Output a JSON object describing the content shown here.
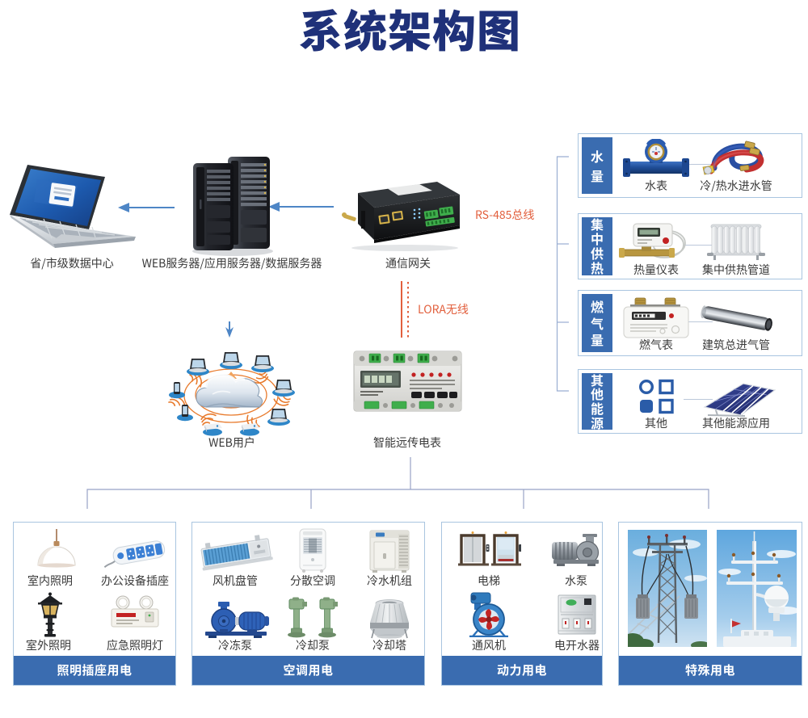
{
  "title": "系统架构图",
  "colors": {
    "title": "#1f3179",
    "panel_blue": "#3a6cb0",
    "panel_border": "#a9c5e0",
    "accent_orange": "#e2603e",
    "arrow_blue": "#4e86c6",
    "connector": "#98a2c6"
  },
  "nodes": {
    "datacenter": {
      "label": "省/市级数据中心"
    },
    "servers": {
      "label": "WEB服务器/应用服务器/数据服务器"
    },
    "gateway": {
      "label": "通信网关"
    },
    "web_users": {
      "label": "WEB用户"
    },
    "smart_meter": {
      "label": "智能远传电表"
    }
  },
  "links": {
    "rs485": "RS-485总线",
    "lora": "LORA无线"
  },
  "right_panels": [
    {
      "title": "水量",
      "items": [
        {
          "label": "水表"
        },
        {
          "label": "冷/热水进水管"
        }
      ]
    },
    {
      "title": "集中供热",
      "items": [
        {
          "label": "热量仪表"
        },
        {
          "label": "集中供热管道"
        }
      ]
    },
    {
      "title": "燃气量",
      "items": [
        {
          "label": "燃气表"
        },
        {
          "label": "建筑总进气管"
        }
      ]
    },
    {
      "title": "其他能源",
      "items": [
        {
          "label": "其他"
        },
        {
          "label": "其他能源应用"
        }
      ]
    }
  ],
  "bottom_panels": [
    {
      "title": "照明插座用电",
      "items": [
        {
          "label": "室内照明"
        },
        {
          "label": "办公设备插座"
        },
        {
          "label": "室外照明"
        },
        {
          "label": "应急照明灯"
        }
      ]
    },
    {
      "title": "空调用电",
      "items": [
        {
          "label": "风机盘管"
        },
        {
          "label": "分散空调"
        },
        {
          "label": "冷水机组"
        },
        {
          "label": "冷冻泵"
        },
        {
          "label": "冷却泵"
        },
        {
          "label": "冷却塔"
        }
      ]
    },
    {
      "title": "动力用电",
      "items": [
        {
          "label": "电梯"
        },
        {
          "label": "水泵"
        },
        {
          "label": "通风机"
        },
        {
          "label": "电开水器"
        }
      ]
    },
    {
      "title": "特殊用电",
      "items": []
    }
  ]
}
